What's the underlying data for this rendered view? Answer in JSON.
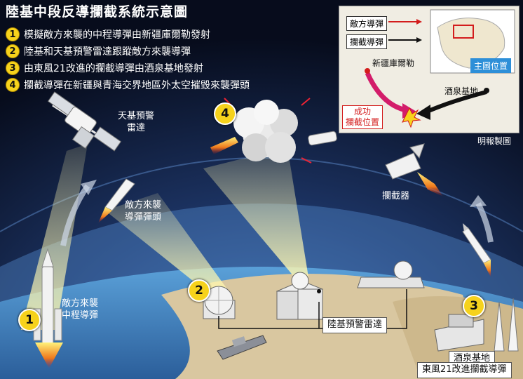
{
  "title": "陸基中段反導攔截系統示意圖",
  "steps": [
    {
      "num": "1",
      "text": "模擬敵方來襲的中程導彈由新疆庫爾勒發射"
    },
    {
      "num": "2",
      "text": "陸基和天基預警雷達跟蹤敵方來襲導彈"
    },
    {
      "num": "3",
      "text": "由東風21改進的攔截導彈由酒泉基地發射"
    },
    {
      "num": "4",
      "text": "攔截導彈在新疆與青海交界地區外太空摧毀來襲彈頭"
    }
  ],
  "labels": {
    "space_radar": "天基預警\n雷達",
    "enemy_warhead": "敵方來襲\n導彈彈頭",
    "enemy_missile": "敵方來襲\n中程導彈",
    "interceptor": "攔截器",
    "ground_radar": "陸基預警雷達",
    "jiuquan_base": "酒泉基地",
    "df21": "東風21改進攔截導彈"
  },
  "scene_numbers": {
    "n1": "1",
    "n2": "2",
    "n3": "3",
    "n4": "4"
  },
  "inset": {
    "legend_enemy": "敵方導彈",
    "legend_intercept": "攔截導彈",
    "korla": "新疆庫爾勒",
    "jiuquan": "酒泉基地",
    "success": "成功\n攔截位置",
    "main_map": "主圖位置"
  },
  "credit": "明報製圖",
  "colors": {
    "badge": "#f6d21c",
    "enemy_arrow": "#d31c6a",
    "intercept_arrow": "#111111",
    "sky": "#0b1226",
    "earth": "#d9c7a0"
  }
}
